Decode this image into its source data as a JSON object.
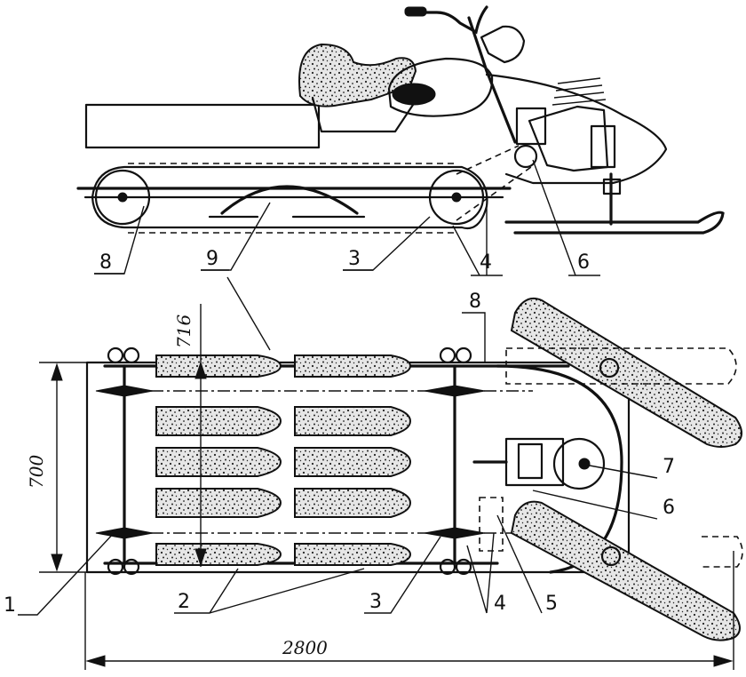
{
  "callouts_side": {
    "c8": "8",
    "c9": "9",
    "c3": "3",
    "c4": "4",
    "c6": "6"
  },
  "callouts_plan": {
    "c8": "8",
    "c1": "1",
    "c2": "2",
    "c3": "3",
    "c4": "4",
    "c5": "5",
    "c6": "6",
    "c7": "7"
  },
  "dimensions": {
    "width_outer": "700",
    "width_inner": "716",
    "length": "2800"
  }
}
